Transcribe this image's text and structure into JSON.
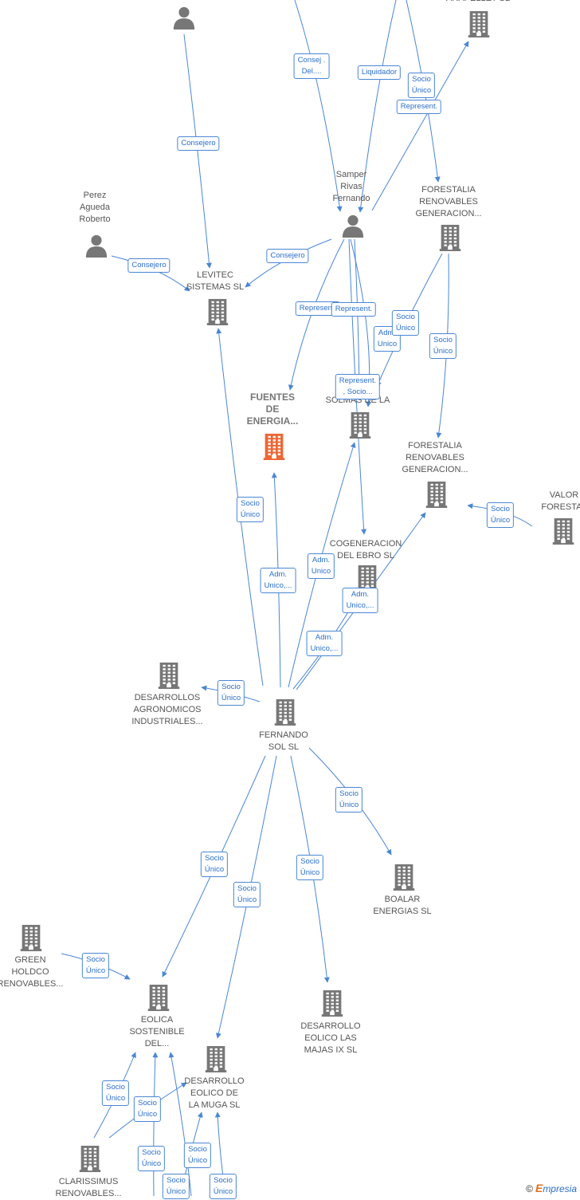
{
  "colors": {
    "edge": "#4a86d4",
    "node": "#777777",
    "focus": "#ee6633"
  },
  "watermark": {
    "copyright": "©",
    "brand_initial": "E",
    "brand_rest": "mpresia"
  },
  "nodes": [
    {
      "id": "p_top",
      "type": "person",
      "label": ""
    },
    {
      "id": "c_top_right",
      "type": "company",
      "label": "ARAPELLET SL"
    },
    {
      "id": "p_samper",
      "type": "person",
      "label": "Samper\nRivas\nFernando"
    },
    {
      "id": "p_perez",
      "type": "person",
      "label": "Perez\nAgueda\nRoberto"
    },
    {
      "id": "c_levitec",
      "type": "company",
      "label": "LEVITEC\nSISTEMAS SL"
    },
    {
      "id": "c_forestalia1",
      "type": "company",
      "label": "FORESTALIA\nRENOVABLES\nGENERACION..."
    },
    {
      "id": "c_fuentes",
      "type": "focus",
      "label": "FUENTES\nDE\nENERGIA..."
    },
    {
      "id": "c_solmas",
      "type": "company",
      "label": "SOLMAS DE LA"
    },
    {
      "id": "c_forestalia2",
      "type": "company",
      "label": "FORESTALIA\nRENOVABLES\nGENERACION..."
    },
    {
      "id": "c_valor",
      "type": "company",
      "label": "VALOR\nFORESTAL"
    },
    {
      "id": "c_cogeneracion",
      "type": "company",
      "label": "COGENERACION\nDEL EBRO SL"
    },
    {
      "id": "c_desarrollos",
      "type": "company",
      "label": "DESARROLLOS\nAGRONOMICOS\nINDUSTRIALES..."
    },
    {
      "id": "c_fernando",
      "type": "company",
      "label": "FERNANDO\nSOL SL"
    },
    {
      "id": "c_boalar",
      "type": "company",
      "label": "BOALAR\nENERGIAS SL"
    },
    {
      "id": "c_green",
      "type": "company",
      "label": "GREEN\nHOLDCO\nRENOVABLES..."
    },
    {
      "id": "c_eolica",
      "type": "company",
      "label": "EOLICA\nSOSTENIBLE\nDEL..."
    },
    {
      "id": "c_majas",
      "type": "company",
      "label": "DESARROLLO\nEOLICO LAS\nMAJAS IX SL"
    },
    {
      "id": "c_muga",
      "type": "company",
      "label": "DESARROLLO\nEOLICO DE\nLA MUGA SL"
    },
    {
      "id": "c_clarissimus",
      "type": "company",
      "label": "CLARISSIMUS\nRENOVABLES..."
    }
  ],
  "edge_labels": [
    {
      "id": "e1",
      "text": "Consejero"
    },
    {
      "id": "e2",
      "text": "Consej .\nDel...."
    },
    {
      "id": "e3",
      "text": "Liquidador"
    },
    {
      "id": "e4",
      "text": "Socio\nÚnico"
    },
    {
      "id": "e5",
      "text": "Represent."
    },
    {
      "id": "e6",
      "text": "Consejero"
    },
    {
      "id": "e7",
      "text": "Consejero"
    },
    {
      "id": "e8",
      "text": "Represent."
    },
    {
      "id": "e9",
      "text": "Represent."
    },
    {
      "id": "e10",
      "text": "Adm.\nUnico"
    },
    {
      "id": "e11",
      "text": "Socio\nÚnico"
    },
    {
      "id": "e12",
      "text": "Socio\nÚnico"
    },
    {
      "id": "e13",
      "text": "Represent.\n, Socio..."
    },
    {
      "id": "e14",
      "text": "Socio\nÚnico"
    },
    {
      "id": "e15",
      "text": "Socio\nÚnico"
    },
    {
      "id": "e16",
      "text": "Adm.\nUnico,..."
    },
    {
      "id": "e17",
      "text": "Adm.\nUnico"
    },
    {
      "id": "e18",
      "text": "Adm.\nUnico,..."
    },
    {
      "id": "e19",
      "text": "Adm.\nUnico,..."
    },
    {
      "id": "e20",
      "text": "Socio\nÚnico"
    },
    {
      "id": "e21",
      "text": "Socio\nÚnico"
    },
    {
      "id": "e22",
      "text": "Socio\nÚnico"
    },
    {
      "id": "e23",
      "text": "Socio\nÚnico"
    },
    {
      "id": "e24",
      "text": "Socio\nÚnico"
    },
    {
      "id": "e25",
      "text": "Socio\nÚnico"
    },
    {
      "id": "e26",
      "text": "Socio\nÚnico"
    },
    {
      "id": "e27",
      "text": "Socio\nÚnico"
    },
    {
      "id": "e28",
      "text": "Socio\nÚnico"
    },
    {
      "id": "e29",
      "text": "Socio\nÚnico"
    },
    {
      "id": "e30",
      "text": "Socio\nÚnico"
    },
    {
      "id": "e31",
      "text": "Socio\nÚnico"
    }
  ]
}
